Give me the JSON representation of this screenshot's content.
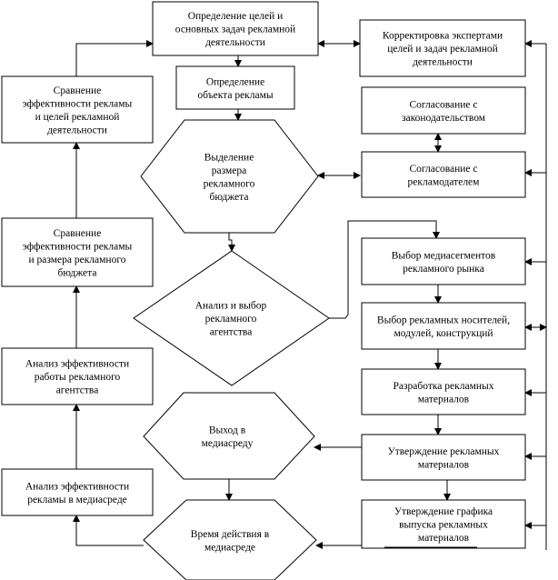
{
  "nodes": {
    "goals": [
      "Определение целей и",
      "основных задач рекламной",
      "деятельности"
    ],
    "correction": [
      "Корректировка экспертами",
      "целей и задач рекламной",
      "деятельности"
    ],
    "object": [
      "Определение",
      "объекта рекламы"
    ],
    "law": [
      "Согласование с",
      "законодательством"
    ],
    "budget": [
      "Выделение",
      "размера",
      "рекламного",
      "бюджета"
    ],
    "advertiser": [
      "Согласование с",
      "рекламодателем"
    ],
    "compare_goals": [
      "Сравнение",
      "эффективности рекламы",
      "и целей рекламной",
      "деятельности"
    ],
    "compare_budget": [
      "Сравнение",
      "эффективности рекламы",
      "и размера рекламного",
      "бюджета"
    ],
    "agency_select": [
      "Анализ и выбор",
      "рекламного",
      "агентства"
    ],
    "media_segments": [
      "Выбор медиасегментов",
      "рекламного рынка"
    ],
    "carriers": [
      "Выбор рекламных носителей,",
      "модулей, конструкций"
    ],
    "agency_eff": [
      "Анализ эффективности",
      "работы рекламного",
      "агентства"
    ],
    "materials": [
      "Разработка рекламных",
      "материалов"
    ],
    "media_exit": [
      "Выход в",
      "медиасреду"
    ],
    "approve_materials": [
      "Утверждение рекламных",
      "материалов"
    ],
    "media_eff": [
      "Анализ эффективности",
      "рекламы в медиасреде"
    ],
    "schedule": [
      "Утверждение графика",
      "выпуска рекламных",
      "материалов"
    ],
    "media_time": [
      "Время действия в",
      "медиасреде"
    ]
  }
}
